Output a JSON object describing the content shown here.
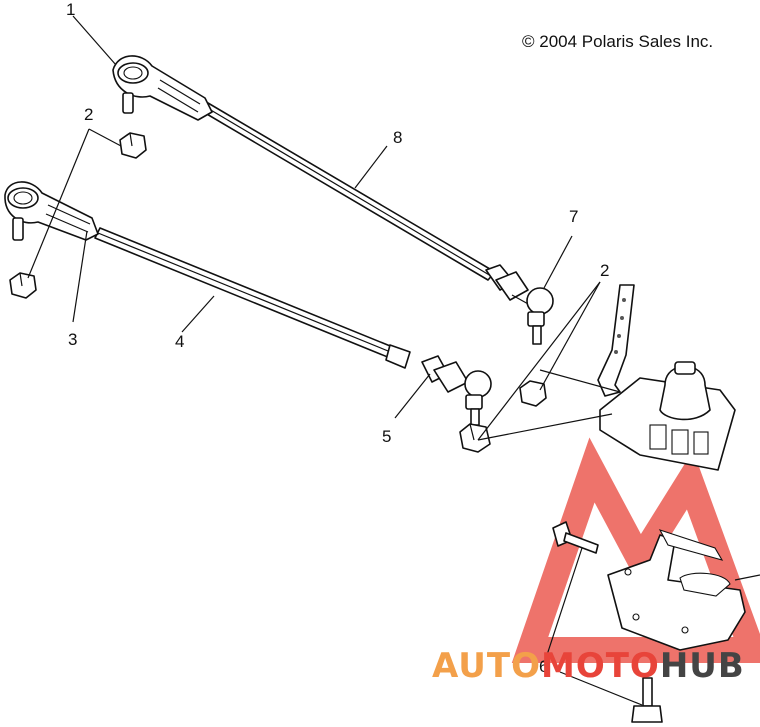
{
  "copyright": "© 2004 Polaris Sales Inc.",
  "callouts": [
    {
      "id": "1",
      "label": "1"
    },
    {
      "id": "2a",
      "label": "2"
    },
    {
      "id": "2b",
      "label": "2"
    },
    {
      "id": "3",
      "label": "3"
    },
    {
      "id": "4",
      "label": "4"
    },
    {
      "id": "5",
      "label": "5"
    },
    {
      "id": "6",
      "label": "6"
    },
    {
      "id": "7",
      "label": "7"
    },
    {
      "id": "8",
      "label": "8"
    }
  ],
  "watermark": {
    "text_left": "AUTO",
    "text_mid": "MOTO",
    "text_right": "HUB",
    "colors": {
      "orange": "#f3a04a",
      "red": "#e8443a",
      "gray": "#444444"
    }
  }
}
